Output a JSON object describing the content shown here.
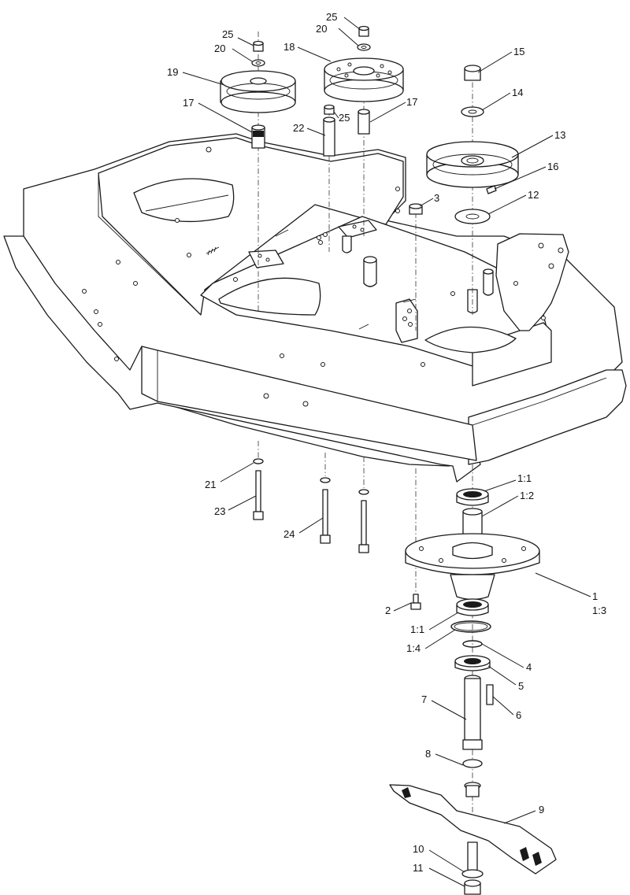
{
  "callouts": [
    {
      "id": "c25a",
      "text": "25"
    },
    {
      "id": "c20a",
      "text": "20"
    },
    {
      "id": "c19",
      "text": "19"
    },
    {
      "id": "c17a",
      "text": "17"
    },
    {
      "id": "c25b",
      "text": "25"
    },
    {
      "id": "c20b",
      "text": "20"
    },
    {
      "id": "c18",
      "text": "18"
    },
    {
      "id": "c25c",
      "text": "25"
    },
    {
      "id": "c17b",
      "text": "17"
    },
    {
      "id": "c22",
      "text": "22"
    },
    {
      "id": "c15",
      "text": "15"
    },
    {
      "id": "c14",
      "text": "14"
    },
    {
      "id": "c13",
      "text": "13"
    },
    {
      "id": "c16",
      "text": "16"
    },
    {
      "id": "c3",
      "text": "3"
    },
    {
      "id": "c12",
      "text": "12"
    },
    {
      "id": "c21",
      "text": "21"
    },
    {
      "id": "c23",
      "text": "23"
    },
    {
      "id": "c24",
      "text": "24"
    },
    {
      "id": "c1_1a",
      "text": "1:1"
    },
    {
      "id": "c1_2",
      "text": "1:2"
    },
    {
      "id": "c1",
      "text": "1"
    },
    {
      "id": "c1_3",
      "text": "1:3"
    },
    {
      "id": "c2",
      "text": "2"
    },
    {
      "id": "c1_1b",
      "text": "1:1"
    },
    {
      "id": "c1_4",
      "text": "1:4"
    },
    {
      "id": "c4",
      "text": "4"
    },
    {
      "id": "c5",
      "text": "5"
    },
    {
      "id": "c6",
      "text": "6"
    },
    {
      "id": "c7",
      "text": "7"
    },
    {
      "id": "c8",
      "text": "8"
    },
    {
      "id": "c9",
      "text": "9"
    },
    {
      "id": "c10",
      "text": "10"
    },
    {
      "id": "c11",
      "text": "11"
    }
  ]
}
